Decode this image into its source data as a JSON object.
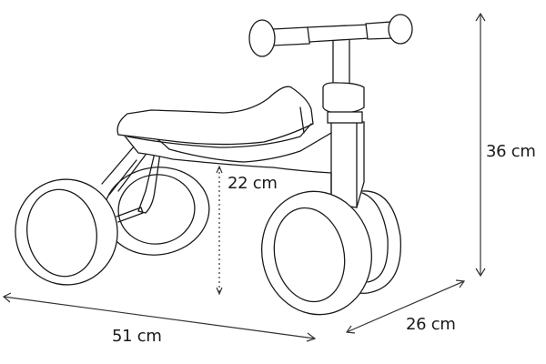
{
  "product": "four-wheel toddler balance bike",
  "colors": {
    "line": "#1a1a1a",
    "background": "#ffffff"
  },
  "dimensions": {
    "height": {
      "label": "36 cm",
      "value": 36,
      "unit": "cm"
    },
    "seat_height": {
      "label": "22 cm",
      "value": 22,
      "unit": "cm"
    },
    "length": {
      "label": "51 cm",
      "value": 51,
      "unit": "cm"
    },
    "width": {
      "label": "26 cm",
      "value": 26,
      "unit": "cm"
    }
  }
}
